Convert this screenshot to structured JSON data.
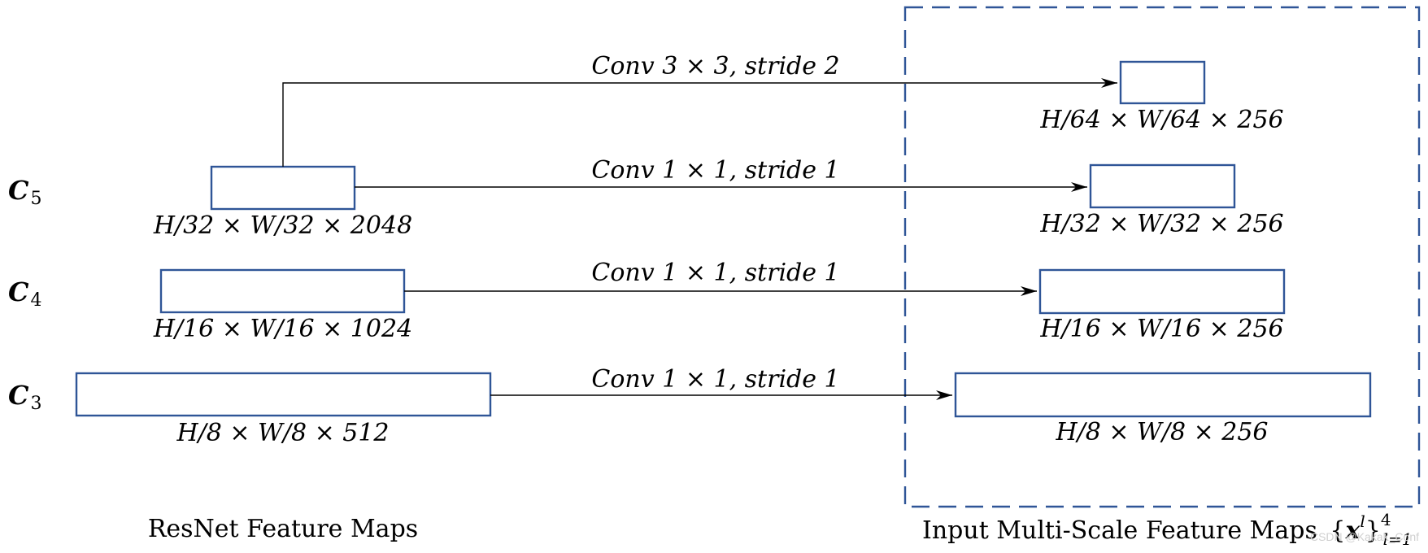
{
  "stages": [
    {
      "letter": "C",
      "sub": "5"
    },
    {
      "letter": "C",
      "sub": "4"
    },
    {
      "letter": "C",
      "sub": "3"
    }
  ],
  "backbone_dims": [
    "H/32 × W/32 × 2048",
    "H/16 × W/16 × 1024",
    "H/8 × W/8 × 512"
  ],
  "ops": [
    "Conv 3 × 3, stride 2",
    "Conv 1 × 1, stride 1",
    "Conv 1 × 1, stride 1",
    "Conv 1 × 1, stride 1"
  ],
  "output_dims": [
    "H/64 × W/64 × 256",
    "H/32 × W/32 × 256",
    "H/16 × W/16 × 256",
    "H/8 × W/8 × 256"
  ],
  "captions": {
    "left": "ResNet Feature Maps",
    "right_prefix": "Input Multi-Scale Feature Maps",
    "right_math_var": "x",
    "right_math_sup": "l",
    "right_math_range_sup": "4",
    "right_math_range_sub": "l=1"
  },
  "watermark": "CSDN @Kakak_Conf",
  "colors": {
    "box_stroke": "#2f5597",
    "arrow": "#000000"
  }
}
